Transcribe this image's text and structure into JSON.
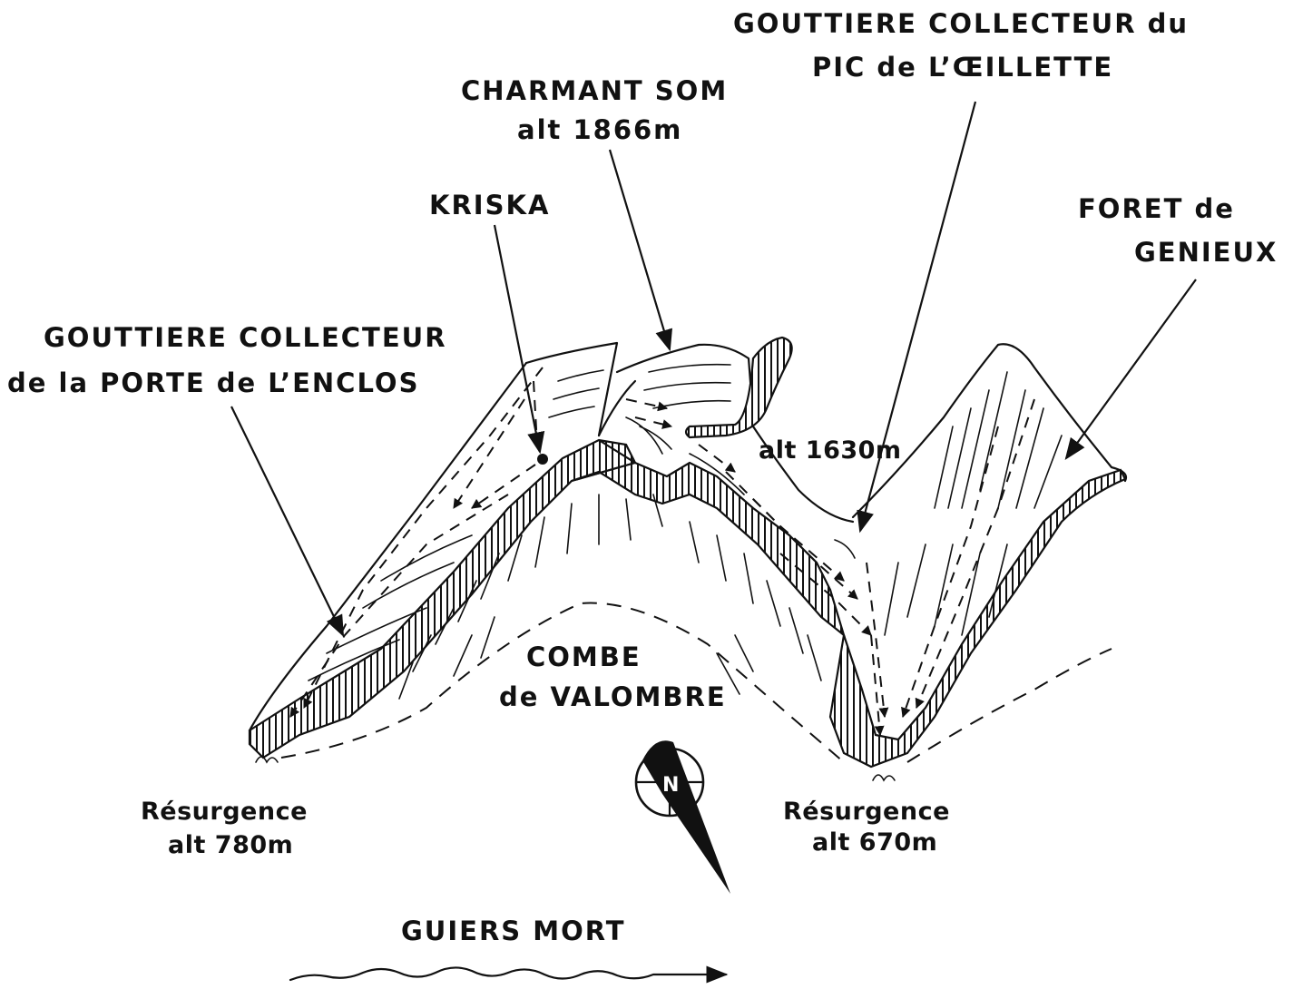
{
  "labels": {
    "gouttiere_oeillette_line1": "GOUTTIERE COLLECTEUR du",
    "gouttiere_oeillette_line2": "PIC de L’ŒILLETTE",
    "charmant_som_line1": "CHARMANT SOM",
    "charmant_som_line2": "alt 1866m",
    "kriska": "KRISKA",
    "foret_line1": "FORET de",
    "foret_line2": "GENIEUX",
    "gouttiere_enclos_line1": "GOUTTIERE COLLECTEUR",
    "gouttiere_enclos_line2": "de la PORTE de L’ENCLOS",
    "alt_col": "alt 1630m",
    "combe_line1": "COMBE",
    "combe_line2": "de VALOMBRE",
    "resurgence_left_line1": "Résurgence",
    "resurgence_left_line2": "alt 780m",
    "resurgence_right_line1": "Résurgence",
    "resurgence_right_line2": "alt 670m",
    "river": "GUIERS MORT"
  },
  "compass": {
    "letter": "N"
  },
  "colors": {
    "ink": "#111111",
    "background": "#ffffff"
  }
}
